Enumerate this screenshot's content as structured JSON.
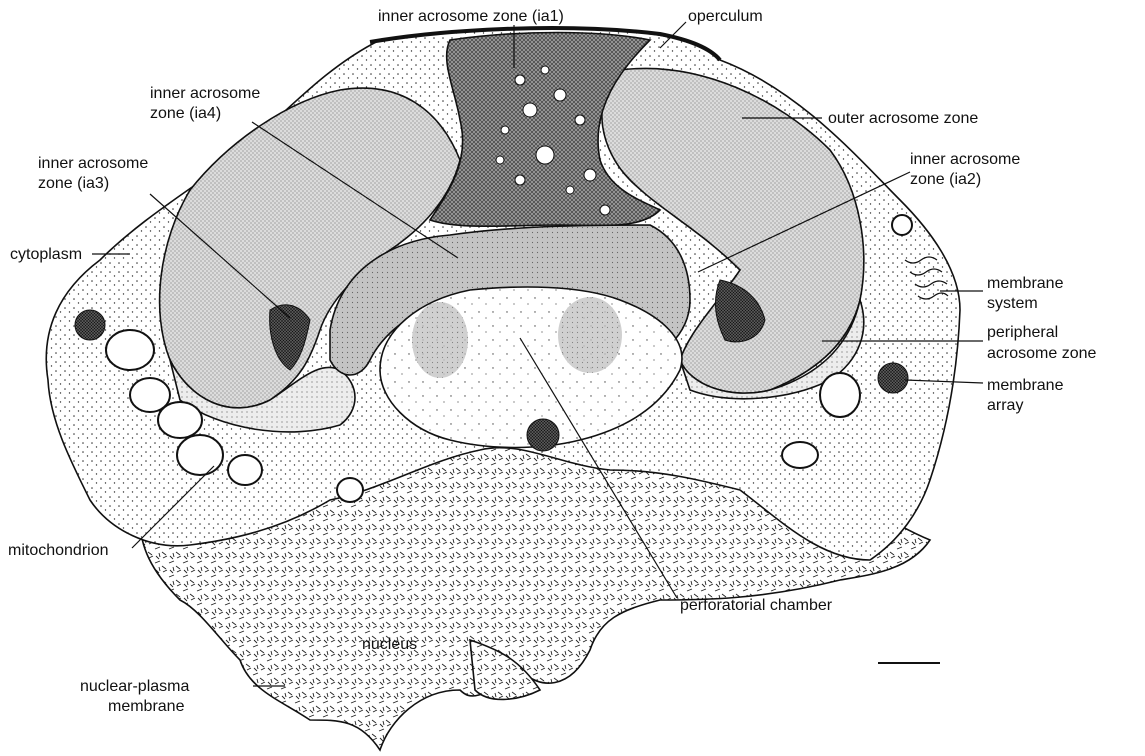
{
  "figure": {
    "labels": {
      "inner_acrosome_zone_ia1": "inner acrosome zone (ia1)",
      "operculum": "operculum",
      "inner_acrosome_zone_ia4_line1": "inner acrosome",
      "inner_acrosome_zone_ia4_line2": "zone (ia4)",
      "outer_acrosome_zone": "outer acrosome zone",
      "inner_acrosome_zone_ia3_line1": "inner acrosome",
      "inner_acrosome_zone_ia3_line2": "zone (ia3)",
      "inner_acrosome_zone_ia2_line1": "inner acrosome",
      "inner_acrosome_zone_ia2_line2": "zone (ia2)",
      "cytoplasm": "cytoplasm",
      "membrane_system_line1": "membrane",
      "membrane_system_line2": "system",
      "peripheral_acrosome_zone_line1": "peripheral",
      "peripheral_acrosome_zone_line2": "acrosome zone",
      "membrane_array_line1": "membrane",
      "membrane_array_line2": "array",
      "mitochondrion": "mitochondrion",
      "perforatorial_chamber": "perforatorial chamber",
      "nucleus": "nucleus",
      "nuclear_plasma_membrane_line1": "nuclear-plasma",
      "nuclear_plasma_membrane_line2": "membrane"
    },
    "colors": {
      "ink": "#111111",
      "paper": "#ffffff",
      "outer_zone_fill": "#d6d6d6",
      "inner_zone_fill": "#8c8c8c",
      "ia4_fill": "#bdbdbd",
      "cytoplasm_fill": "#f1f1f1"
    }
  }
}
